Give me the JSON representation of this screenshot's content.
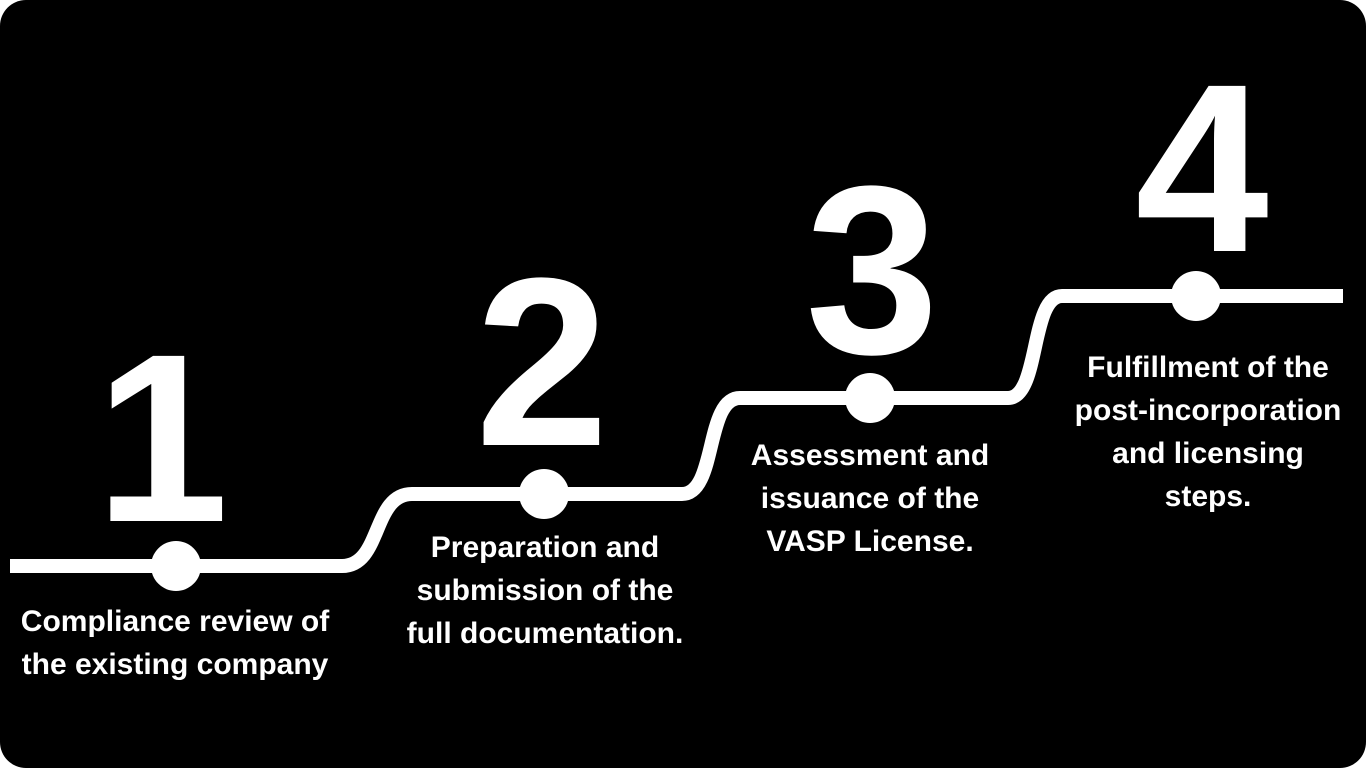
{
  "canvas": {
    "background": "#000000",
    "foreground": "#ffffff"
  },
  "steps": [
    {
      "number": "1",
      "lines": [
        "Compliance review of",
        "the existing company"
      ]
    },
    {
      "number": "2",
      "lines": [
        "Preparation and",
        "submission of the",
        "full documentation."
      ]
    },
    {
      "number": "3",
      "lines": [
        "Assessment and",
        "issuance of the",
        "VASP License."
      ]
    },
    {
      "number": "4",
      "lines": [
        "Fulfillment of the",
        "post-incorporation",
        "and licensing",
        "steps."
      ]
    }
  ]
}
